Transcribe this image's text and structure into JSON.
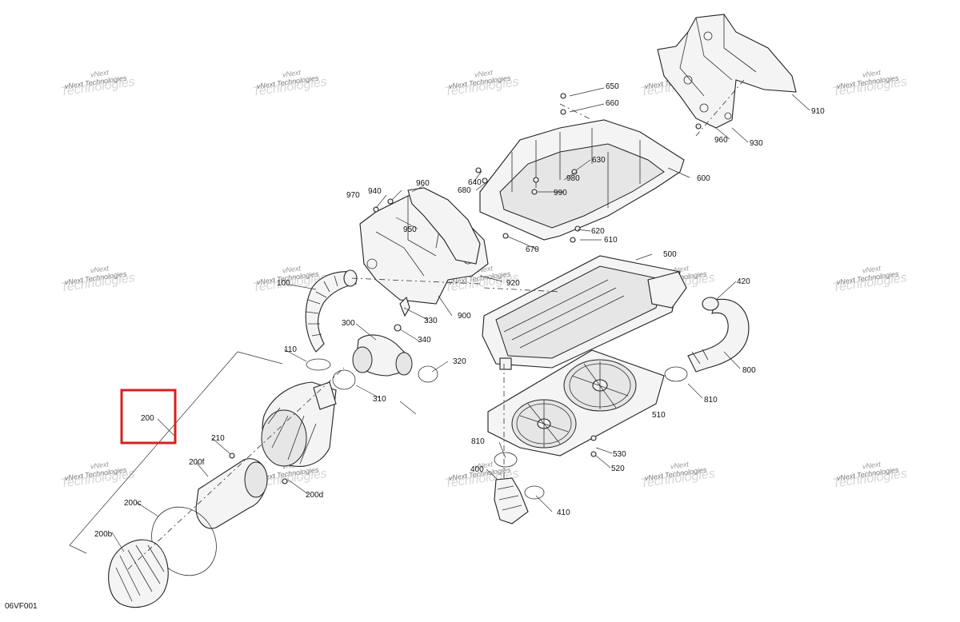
{
  "diagram_code": "06VF001",
  "watermark": {
    "line1": "vNext",
    "line2": "Technologies",
    "line3": "vNext Technologies"
  },
  "callouts": [
    "650",
    "660",
    "910",
    "640",
    "630",
    "680",
    "980",
    "990",
    "960",
    "930",
    "970",
    "940",
    "960",
    "600",
    "950",
    "620",
    "610",
    "670",
    "500",
    "420",
    "100",
    "920",
    "330",
    "900",
    "300",
    "340",
    "110",
    "320",
    "310",
    "800",
    "200",
    "810",
    "510",
    "210",
    "530",
    "200f",
    "520",
    "810",
    "400",
    "200d",
    "410",
    "200c",
    "200b"
  ],
  "highlight": {
    "color": "#d62020",
    "target_callout": "200"
  },
  "colors": {
    "line": "#222222",
    "part_fill": "#f4f4f4"
  }
}
